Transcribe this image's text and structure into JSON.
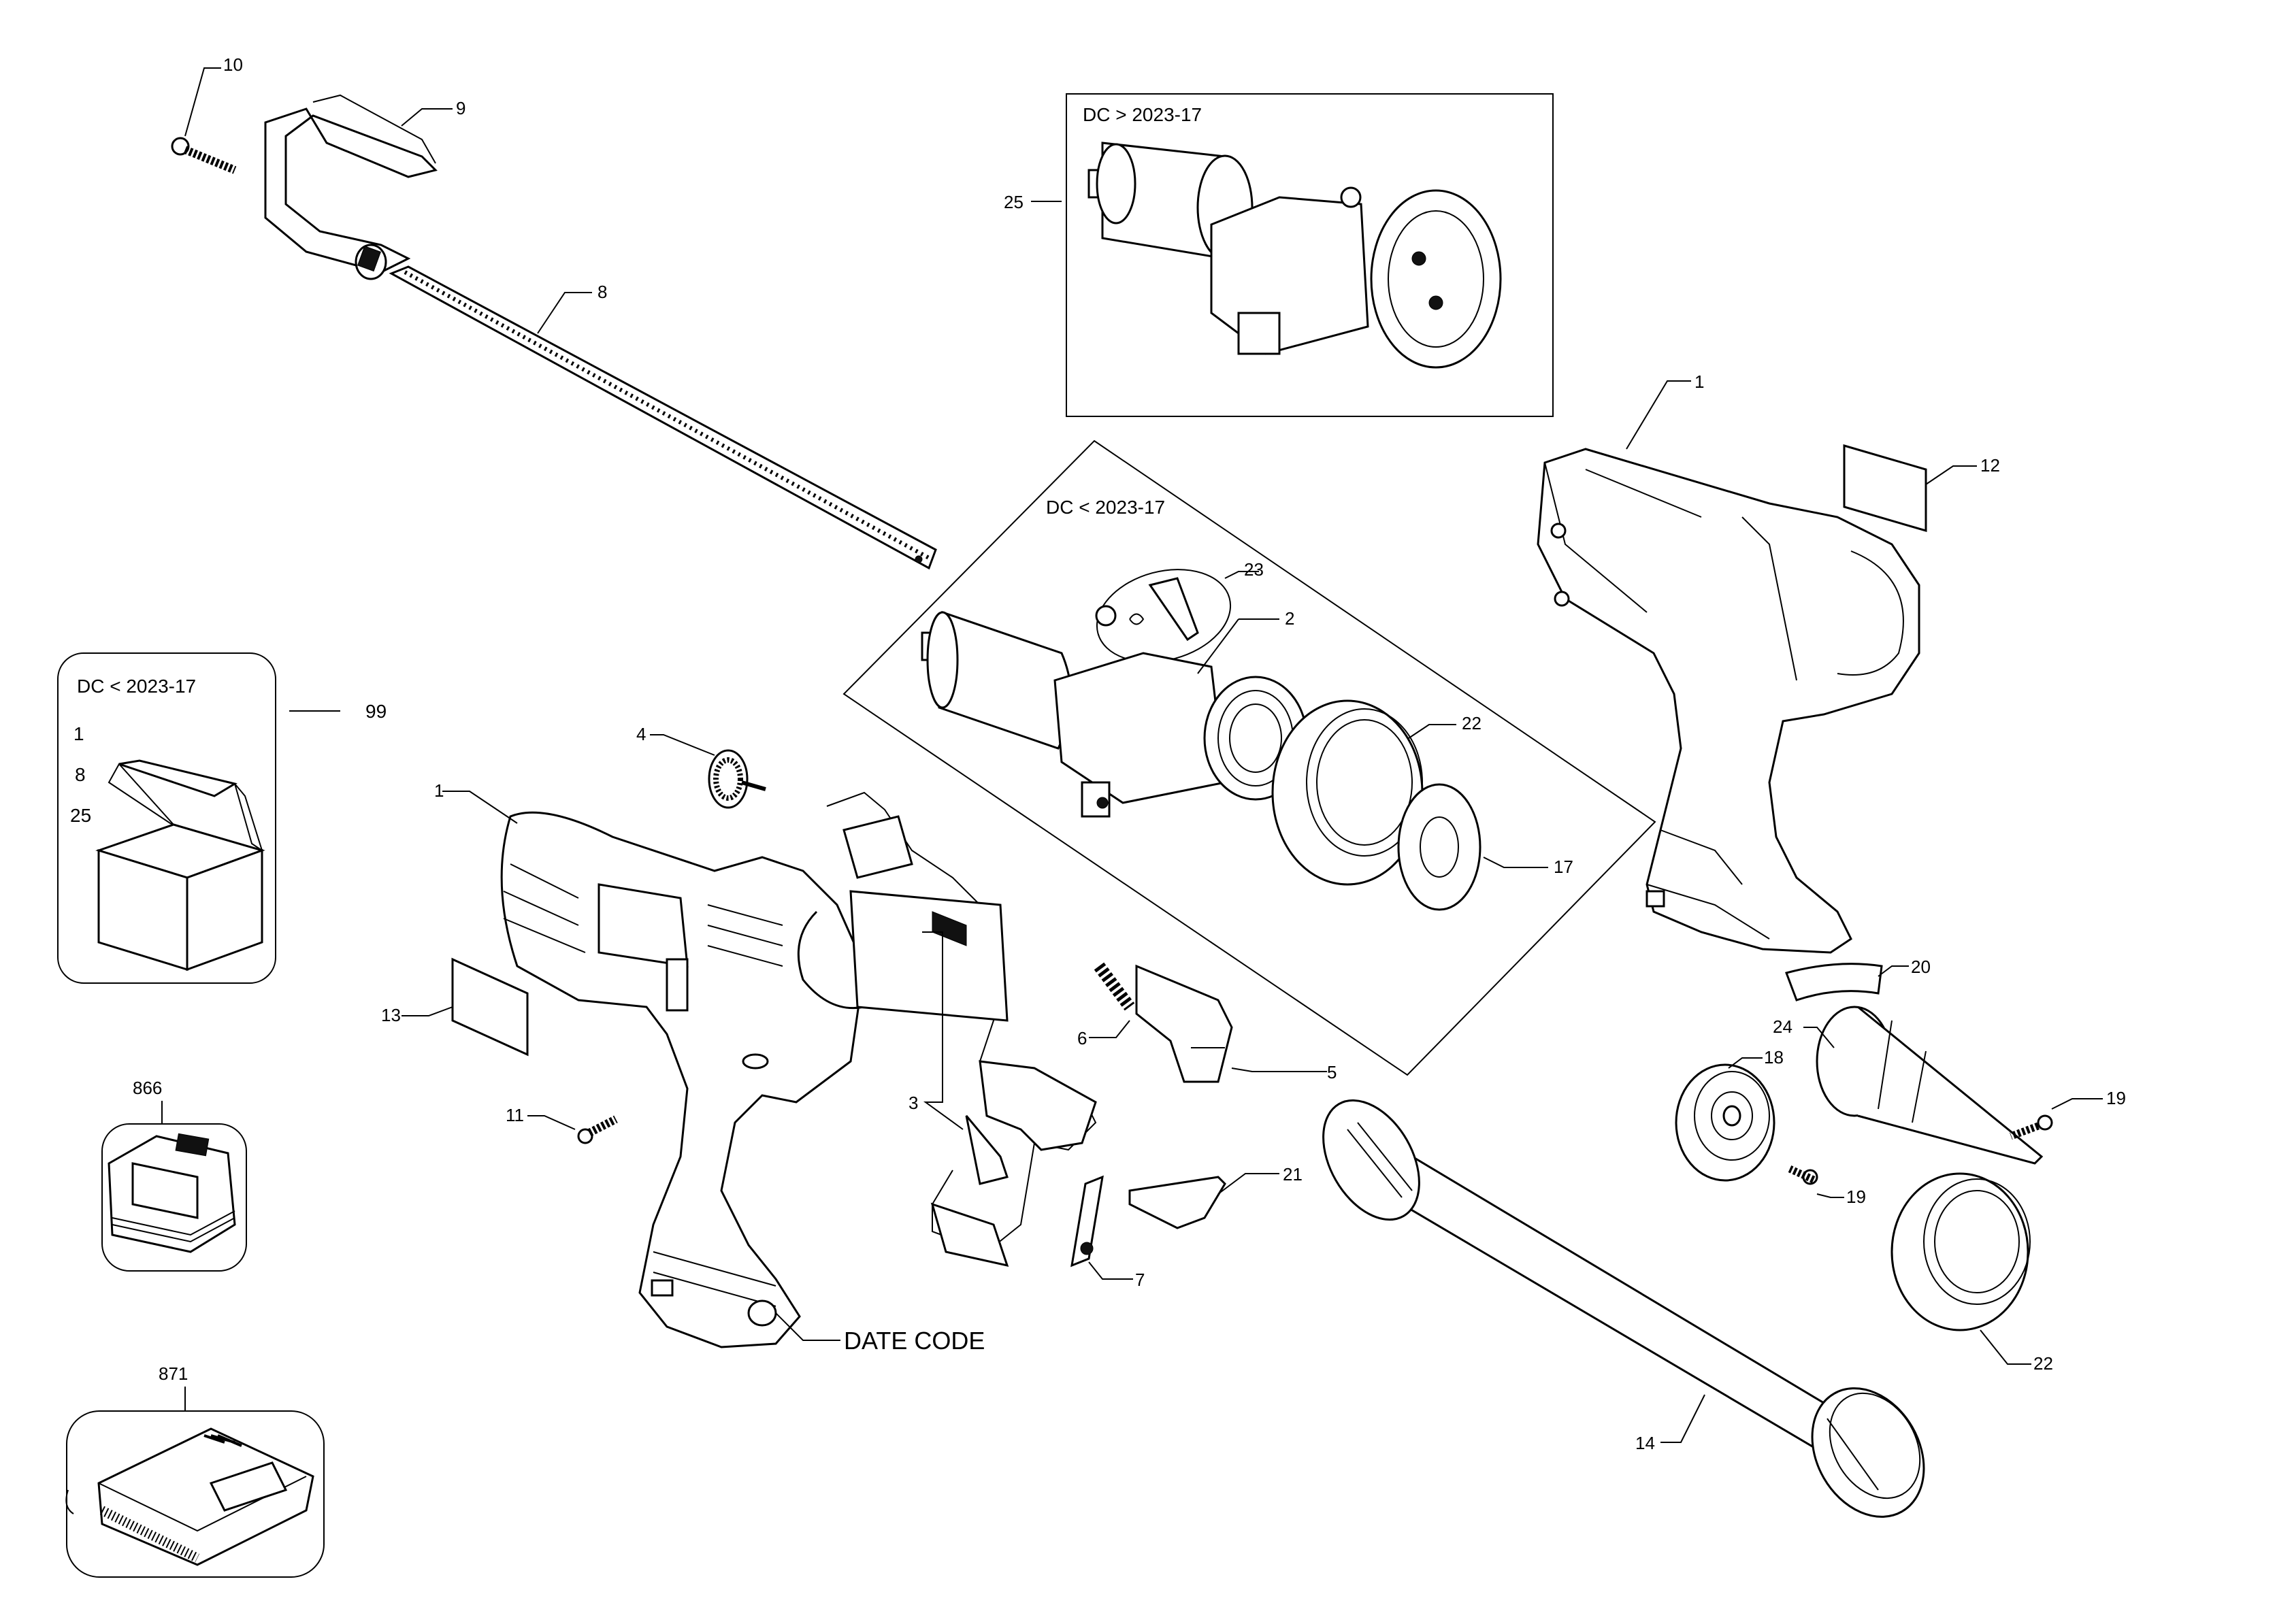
{
  "callouts": {
    "c10": "10",
    "c9": "9",
    "c8": "8",
    "c25": "25",
    "c1_top": "1",
    "c12": "12",
    "c23": "23",
    "c2": "2",
    "c22_mid": "22",
    "c17": "17",
    "c4": "4",
    "c99": "99",
    "c1_left": "1",
    "c13": "13",
    "c6": "6",
    "c5": "5",
    "c3": "3",
    "c11": "11",
    "c20": "20",
    "c24": "24",
    "c18": "18",
    "c19_right": "19",
    "c19_mid": "19",
    "c21": "21",
    "c7": "7",
    "c22_low": "22",
    "c14": "14",
    "c866": "866",
    "c871": "871",
    "date_code": "DATE CODE"
  },
  "boxes": {
    "top_box_title": "DC > 2023-17",
    "mid_box_title": "DC < 2023-17",
    "kit_box_title": "DC < 2023-17",
    "kit_items": [
      "1",
      "8",
      "25"
    ]
  }
}
